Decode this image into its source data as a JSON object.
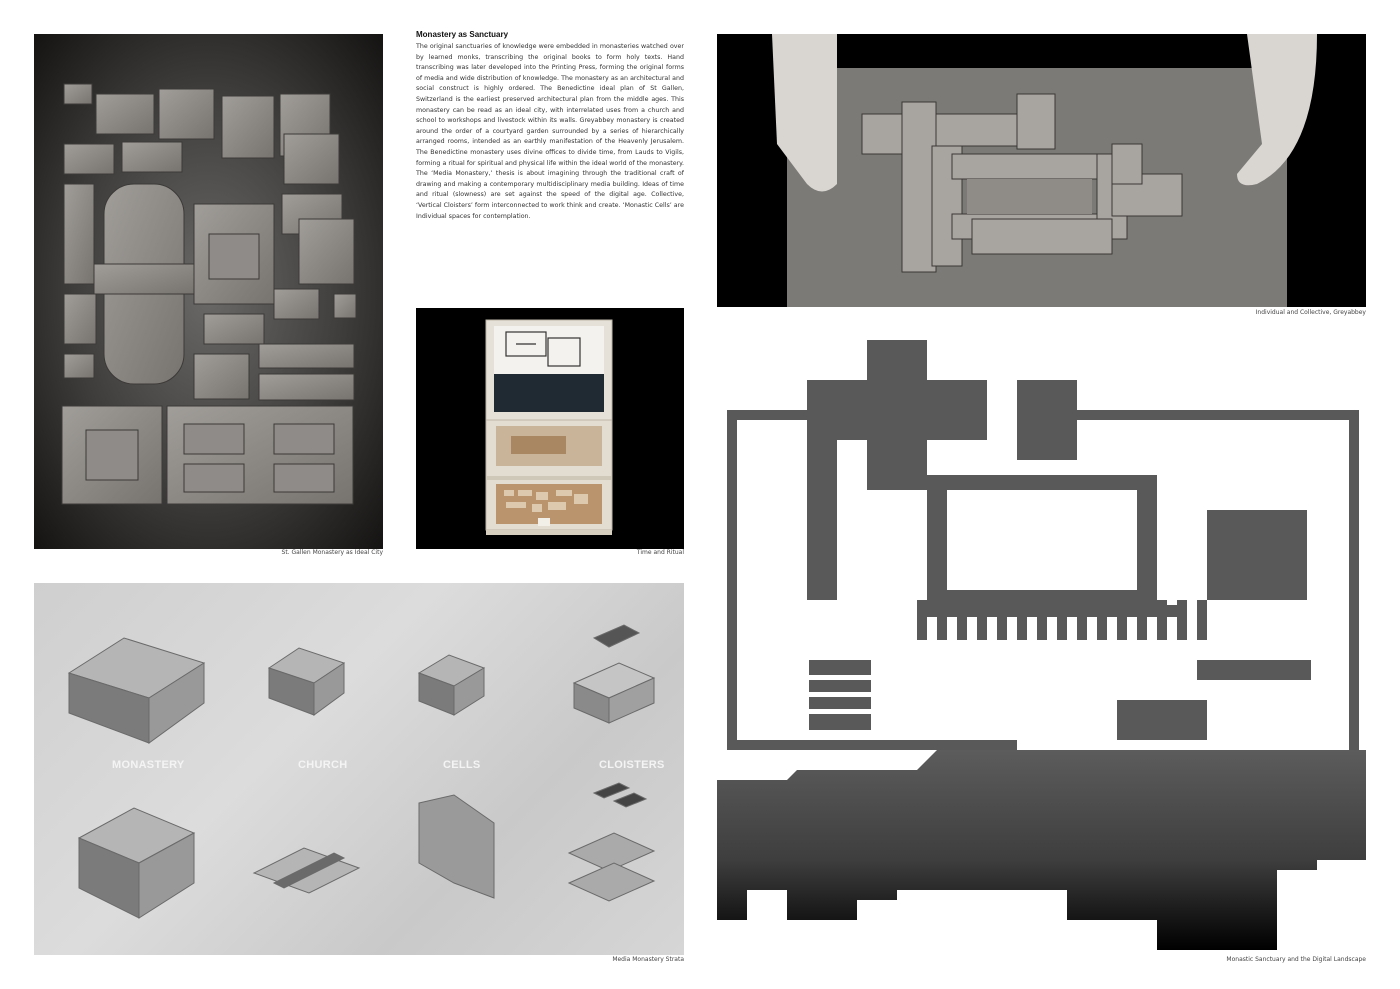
{
  "text": {
    "title": "Monastery as Sanctuary",
    "body": "The original sanctuaries of knowledge were embedded in monasteries watched over by learned monks, transcribing the original books to form holy texts. Hand transcribing was later developed into the Printing Press, forming the original forms of media and wide distribution of knowledge. The monastery as an architectural and social construct is highly ordered. The Benedictine ideal plan of St Gallen, Switzerland is the earliest preserved architectural plan from the middle ages. This monastery can be read as an ideal city, with interrelated uses from a church and school to workshops and livestock within its walls. Greyabbey monastery is created around the order of a courtyard garden surrounded by a series of hierarchically arranged rooms, intended as an earthly manifestation of the Heavenly Jerusalem. The Benedictine monastery uses divine offices to divide time, from Lauds to Vigils, forming a ritual for spiritual and physical life within the ideal world of the monastery. The ‘Media Monastery,’ thesis is about imagining through the traditional craft of drawing and making a contemporary multidisciplinary media building. Ideas of time and ritual (slowness) are set against the speed of the digital age. Collective, ‘Vertical Cloisters’ form interconnected to work think and create. ‘Monastic Cells’ are Individual spaces for contemplation."
  },
  "captions": {
    "stgallen": "St. Gallen Monastery as Ideal City",
    "box": "Time and Ritual",
    "hands": "Individual and Collective, Greyabbey",
    "plan": "Monastic Sanctuary and the Digital Landscape",
    "strata": "Media Monastery Strata"
  },
  "strata": {
    "labels": [
      "MONASTERY",
      "CHURCH",
      "CELLS",
      "CLOISTERS"
    ]
  },
  "colors": {
    "wood": "#8a8784",
    "concrete": "#5a5a5a",
    "background": "#ffffff"
  }
}
